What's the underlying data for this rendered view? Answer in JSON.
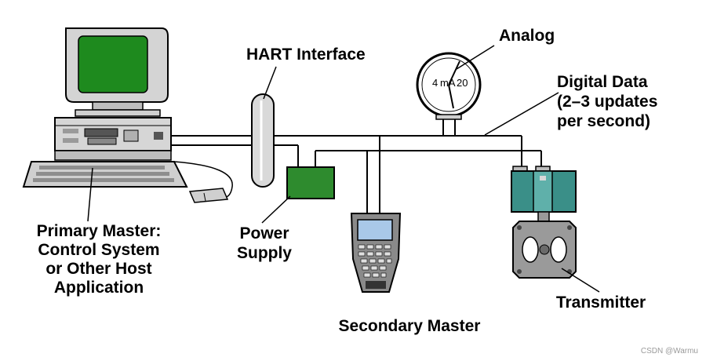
{
  "labels": {
    "hart_interface": "HART Interface",
    "analog": "Analog",
    "digital_data": [
      "Digital Data",
      "(2–3 updates",
      "per second)"
    ],
    "primary_master": [
      "Primary Master:",
      "Control System",
      "or Other Host",
      "Application"
    ],
    "power_supply": [
      "Power",
      "Supply"
    ],
    "secondary_master": "Secondary Master",
    "transmitter": "Transmitter"
  },
  "gauge": {
    "left_value": "4",
    "unit": "mA",
    "right_value": "20"
  },
  "watermark": "CSDN @Warmu",
  "colors": {
    "screen": "#1e8a1e",
    "power_supply": "#2e8b2e",
    "transmitter_head": "#3a8f88",
    "handheld_screen": "#a9c8e8",
    "equipment_grey": "#cfcfcf",
    "wire": "#000000"
  },
  "icons": [
    "computer-icon",
    "keyboard-icon",
    "mouse-icon",
    "hart-interface-icon",
    "analog-gauge-icon",
    "power-supply-icon",
    "handheld-communicator-icon",
    "transmitter-icon"
  ]
}
